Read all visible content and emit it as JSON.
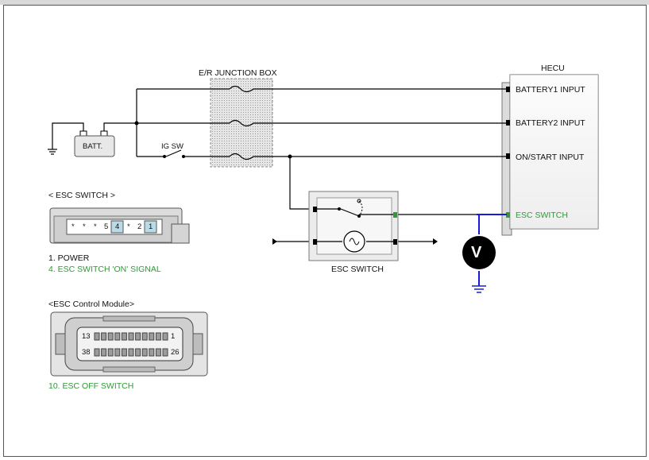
{
  "junction_box": {
    "title": "E/R JUNCTION BOX"
  },
  "hecu": {
    "title": "HECU",
    "pins": [
      "BATTERY1 INPUT",
      "BATTERY2 INPUT",
      "ON/START INPUT",
      "ESC SWITCH"
    ]
  },
  "batt": {
    "label": "BATT."
  },
  "ig_sw": {
    "label": "IG SW"
  },
  "esc_switch_block": {
    "label": "ESC SWITCH"
  },
  "voltmeter": {
    "symbol": "V"
  },
  "connector_esc_switch": {
    "title": "< ESC SWITCH >",
    "pins": [
      "*",
      "*",
      "*",
      "5",
      "4",
      "*",
      "2",
      "1"
    ],
    "notes": [
      "1. POWER",
      "4. ESC SWITCH 'ON' SIGNAL"
    ]
  },
  "connector_esc_module": {
    "title": "<ESC Control Module>",
    "pin_top_left": "13",
    "pin_top_right": "1",
    "pin_bottom_left": "38",
    "pin_bottom_right": "26",
    "note": "10. ESC OFF SWITCH"
  },
  "colors": {
    "wire": "#000000",
    "measure_wire": "#1a1adc",
    "accent_green": "#2e9a36",
    "pin_highlight": "#b9dbe6"
  }
}
